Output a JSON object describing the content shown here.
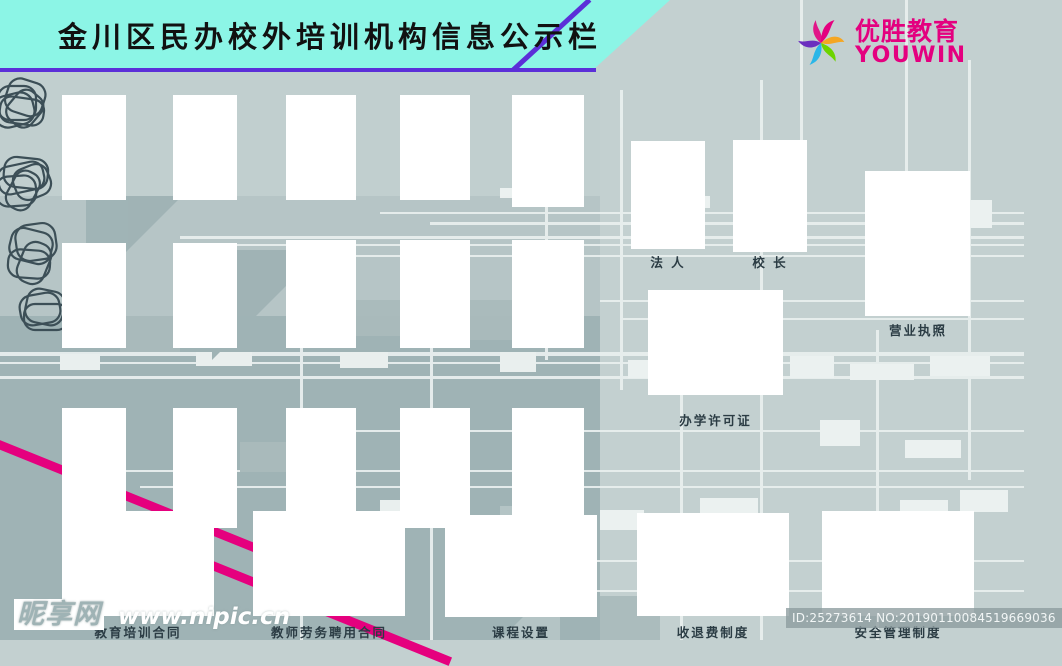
{
  "header": {
    "title": "金川区民办校外培训机构信息公示栏",
    "banner_color": "#8cf5e6",
    "banner_border_color": "#5b2fd8"
  },
  "logo": {
    "cn_name": "优胜教育",
    "en_name": "YOUWIN",
    "brand_color": "#e4007f",
    "petal_colors": [
      "#e4007f",
      "#f5a623",
      "#6dd400",
      "#29b6e8",
      "#6b2fbf"
    ],
    "mark_icon": "pinwheel-swirl-icon"
  },
  "background": {
    "base_color": "#c1cfcf",
    "shade_color": "#9fb3b5",
    "accent_stripe_color": "#e5007e",
    "doodle_icon": "tangled-paperclip-icon"
  },
  "photo_grid": {
    "row1": [
      {
        "label": ""
      },
      {
        "label": ""
      },
      {
        "label": ""
      },
      {
        "label": ""
      },
      {
        "label": ""
      }
    ],
    "row2": [
      {
        "label": ""
      },
      {
        "label": ""
      },
      {
        "label": ""
      },
      {
        "label": ""
      },
      {
        "label": ""
      }
    ],
    "row3": [
      {
        "label": ""
      },
      {
        "label": ""
      },
      {
        "label": ""
      },
      {
        "label": ""
      },
      {
        "label": ""
      }
    ]
  },
  "portraits": [
    {
      "label": "法 人"
    },
    {
      "label": "校 长"
    }
  ],
  "certificates": [
    {
      "label": "营业执照"
    },
    {
      "label": "办学许可证"
    }
  ],
  "documents": [
    {
      "label": "教育培训合同"
    },
    {
      "label": "教师劳务聘用合同"
    },
    {
      "label": "课程设置"
    },
    {
      "label": "收退费制度"
    },
    {
      "label": "安全管理制度"
    }
  ],
  "watermark": {
    "site_cn": "昵享网",
    "site_url": "www.nipic.cn",
    "id_text": "ID:25273614 NO:20190110084519669036"
  }
}
